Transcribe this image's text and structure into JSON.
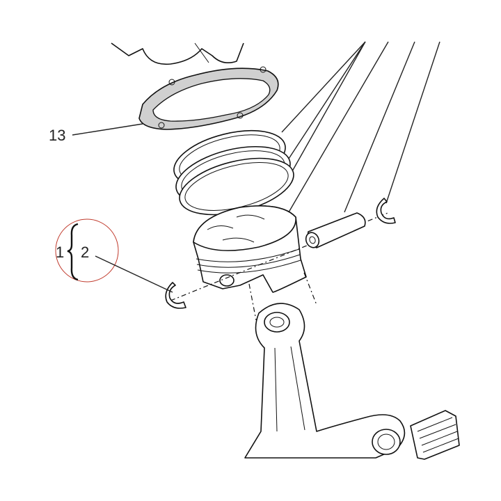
{
  "callouts": {
    "label_13": "13",
    "label_1": "1",
    "label_2": "2"
  },
  "colors": {
    "line": "#111111",
    "highlight_circle": "#c0392b",
    "ring_fill": "#cfcfcf"
  }
}
